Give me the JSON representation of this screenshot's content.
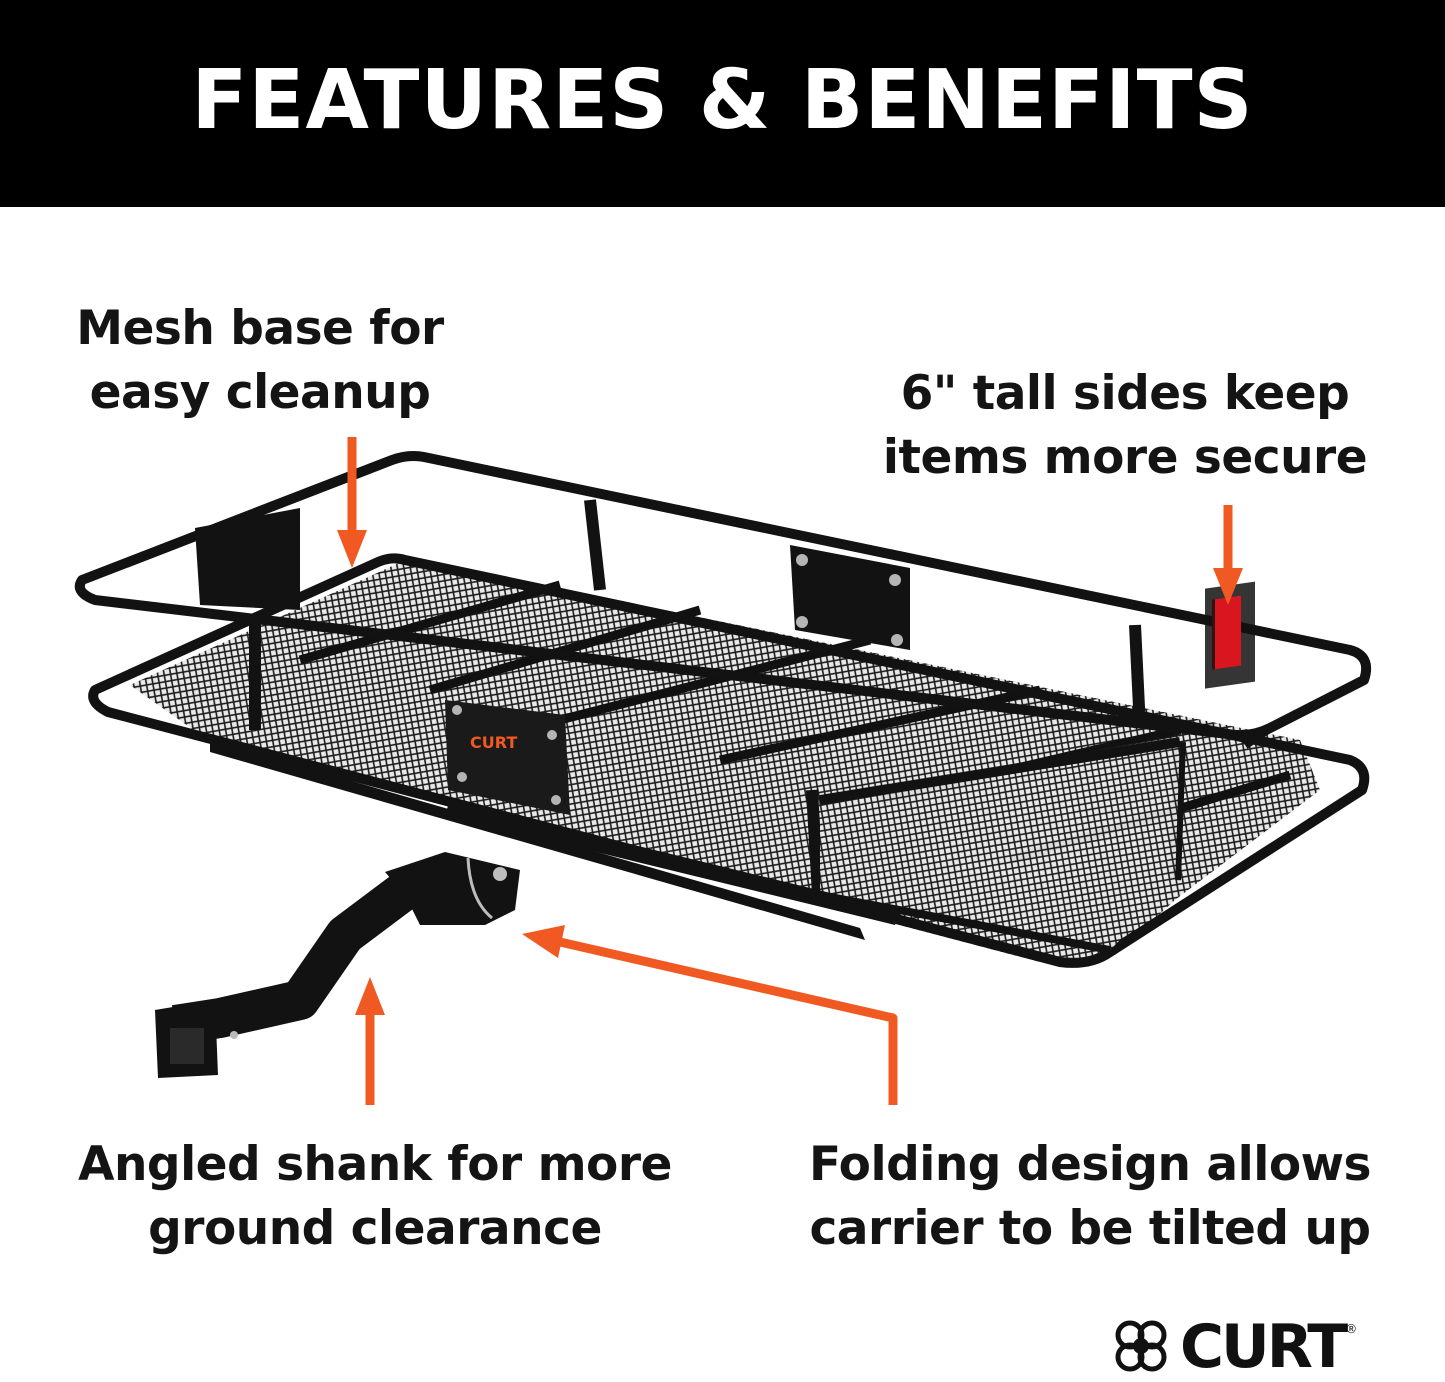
{
  "header": {
    "title": "FEATURES & BENEFITS"
  },
  "callouts": {
    "mesh": {
      "line1": "Mesh base for",
      "line2": "easy cleanup"
    },
    "sides": {
      "line1": "6\" tall sides keep",
      "line2": "items more secure"
    },
    "shank": {
      "line1": "Angled shank for more",
      "line2": "ground clearance"
    },
    "folding": {
      "line1": "Folding design allows",
      "line2": "carrier to be tilted up"
    }
  },
  "product": {
    "plate_brand": "CURT"
  },
  "brand": {
    "logo_text": "CURT",
    "registered_mark": "®"
  },
  "colors": {
    "header_bg": "#000000",
    "arrow": "#f05a22",
    "frame": "#141414",
    "reflector": "#d9151f"
  },
  "icons": [
    "down-arrow-icon",
    "up-arrow-icon",
    "left-arrow-icon",
    "curt-logo-icon"
  ]
}
